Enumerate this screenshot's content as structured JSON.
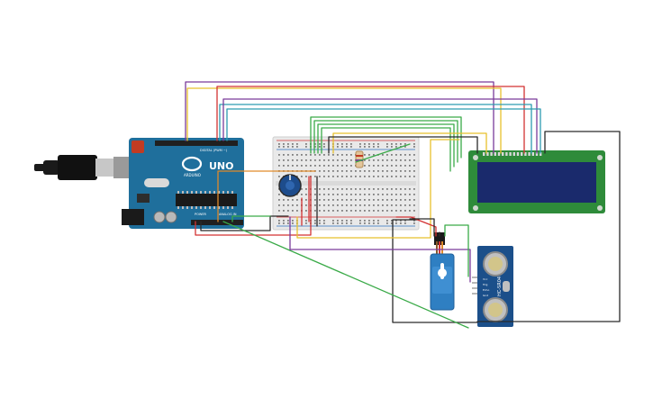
{
  "arduino": {
    "board_name": "UNO",
    "brand": "ARDUINO",
    "digital_label": "DIGITAL (PWM ~)",
    "power_label": "POWER",
    "analog_label": "ANALOG IN",
    "color": "#1f6f9c"
  },
  "ultrasonic": {
    "model": "HC-SR04",
    "pins": [
      "Vcc",
      "Trig",
      "Echo",
      "Gnd"
    ],
    "color": "#1b4f8a"
  },
  "lcd": {
    "color": "#2e8b3a",
    "screen_color": "#1a2a6c"
  },
  "servo": {
    "color": "#2f7fc2"
  },
  "potentiometer": {
    "color": "#1d4c8c"
  },
  "wire_colors": {
    "red": "#d33232",
    "black": "#2a2a2a",
    "green": "#3aaa48",
    "yellow": "#e8c12c",
    "purple": "#7a3b9a",
    "teal": "#2c9cb0",
    "orange": "#e08a2a"
  }
}
